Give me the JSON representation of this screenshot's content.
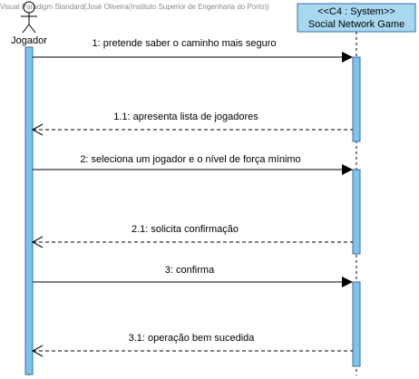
{
  "watermark": "Visual Paradigm Standard(José Oliveira(Instituto Superior de Engenharia do Porto))",
  "actor": {
    "label": "Jogador",
    "icon": "stick-figure-actor-icon"
  },
  "system": {
    "stereotype_line": "<<C4 : System>>",
    "name": "Social Network Game",
    "fill_color": "#a8d8f0",
    "border_color": "#3b6ea8"
  },
  "activation_color": "#7ec3e8",
  "messages": [
    {
      "label": "1: pretende saber o caminho mais seguro",
      "kind": "synchronous",
      "direction": "to-system"
    },
    {
      "label": "1.1: apresenta lista de jogadores",
      "kind": "return",
      "direction": "to-actor"
    },
    {
      "label": "2: seleciona um jogador e o nível de força mínimo",
      "kind": "synchronous",
      "direction": "to-system"
    },
    {
      "label": "2.1: solicita confirmação",
      "kind": "return",
      "direction": "to-actor"
    },
    {
      "label": "3: confirma",
      "kind": "synchronous",
      "direction": "to-system"
    },
    {
      "label": "3.1: operação bem sucedida",
      "kind": "return",
      "direction": "to-actor"
    }
  ]
}
